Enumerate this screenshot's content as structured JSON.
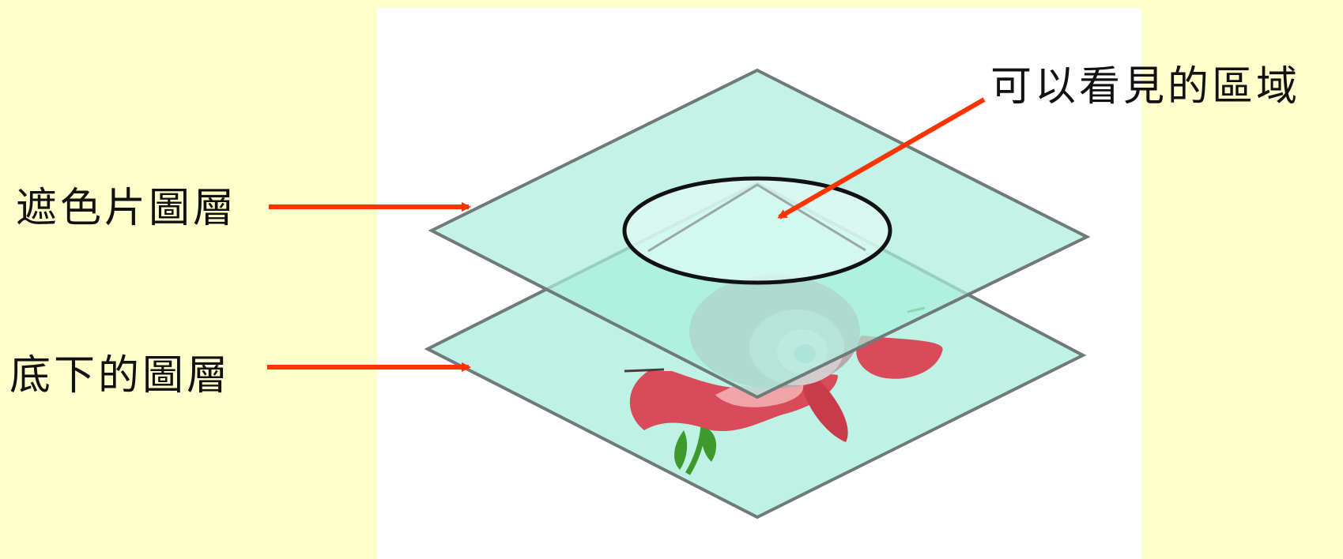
{
  "labels": {
    "mask_layer": "遮色片圖層",
    "bottom_layer": "底下的圖層",
    "visible_area": "可以看見的區域"
  },
  "colors": {
    "page_background": "#ffffcc",
    "panel_background": "#ffffff",
    "layer_fill": "#aaeedd",
    "layer_edge": "#707a78",
    "arrow": "#ff3300",
    "visible_ring": "#111111",
    "rose_petal": "#d94a5a",
    "rose_petal_light": "#f1a4a8",
    "rose_bloom_faded": "#b8aaaa",
    "leaf": "#3f9a2e"
  },
  "icons": {
    "subject": "rose-icon"
  }
}
